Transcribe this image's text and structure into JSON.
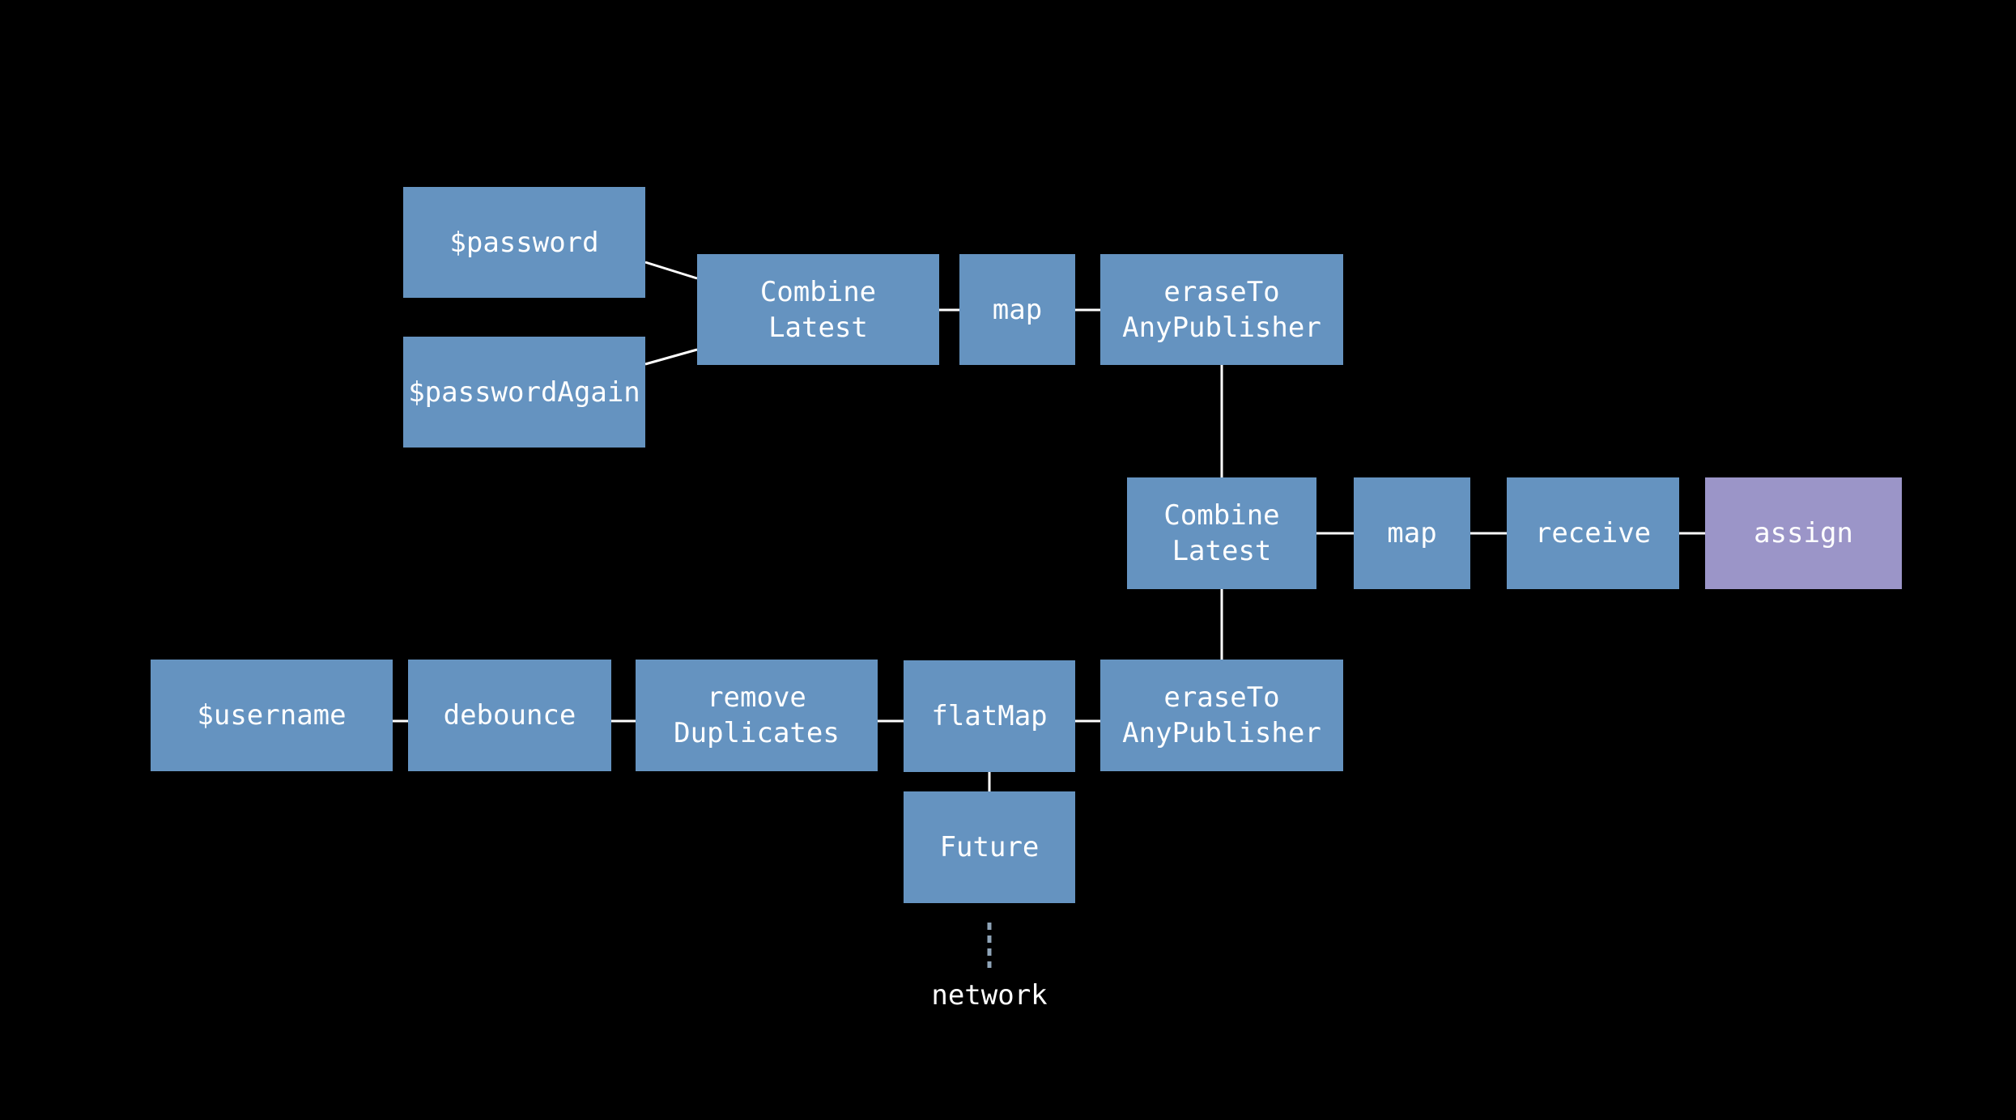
{
  "colors": {
    "background": "#000000",
    "node_fill": "#6593c0",
    "sink_fill": "#9b95c8",
    "connector": "#ffffff",
    "dashed_connector": "#8fa4b8",
    "text": "#ffffff"
  },
  "nodes": {
    "password": {
      "lines": [
        "$password"
      ]
    },
    "password_again": {
      "lines": [
        "$passwordAgain"
      ]
    },
    "combine_latest_top": {
      "lines": [
        "Combine",
        "Latest"
      ]
    },
    "map_top": {
      "lines": [
        "map"
      ]
    },
    "erase_top": {
      "lines": [
        "eraseTo",
        "AnyPublisher"
      ]
    },
    "combine_latest_mid": {
      "lines": [
        "Combine",
        "Latest"
      ]
    },
    "map_mid": {
      "lines": [
        "map"
      ]
    },
    "receive": {
      "lines": [
        "receive"
      ]
    },
    "assign": {
      "lines": [
        "assign"
      ]
    },
    "username": {
      "lines": [
        "$username"
      ]
    },
    "debounce": {
      "lines": [
        "debounce"
      ]
    },
    "remove_duplicates": {
      "lines": [
        "remove",
        "Duplicates"
      ]
    },
    "flatmap": {
      "lines": [
        "flatMap"
      ]
    },
    "erase_bottom": {
      "lines": [
        "eraseTo",
        "AnyPublisher"
      ]
    },
    "future": {
      "lines": [
        "Future"
      ]
    }
  },
  "labels": {
    "network": "network"
  }
}
